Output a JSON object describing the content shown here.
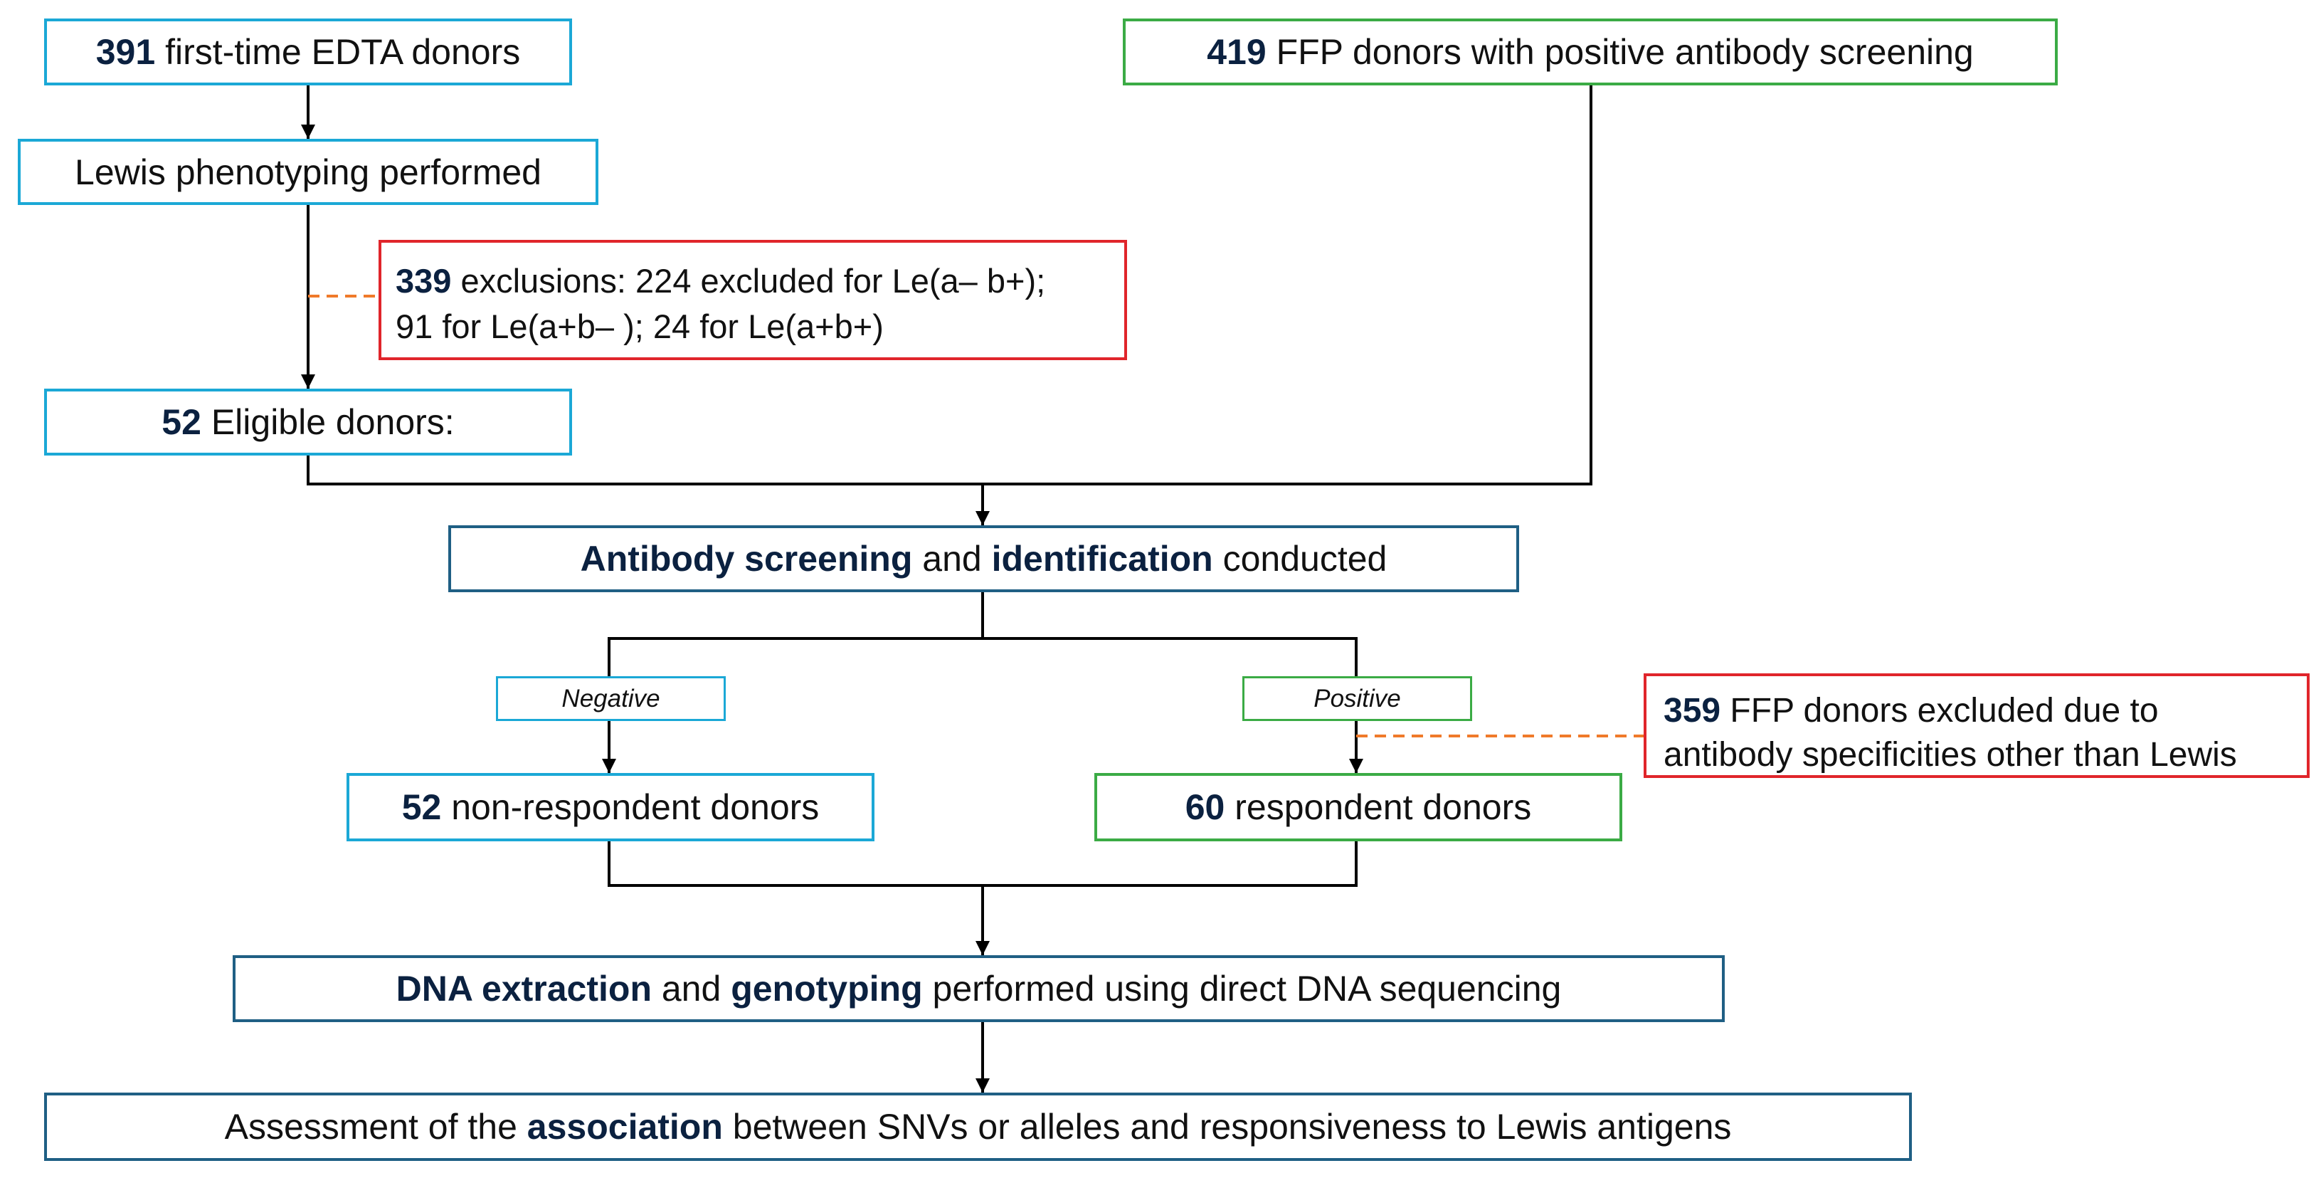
{
  "first_time": {
    "count": "391",
    "text": " first-time EDTA donors"
  },
  "ffp_positive": {
    "count": "419",
    "text": " FFP donors with positive antibody screening"
  },
  "phenotyping": {
    "text": "Lewis phenotyping performed"
  },
  "exclusions": {
    "count": "339",
    "line1": " exclusions: 224 excluded for Le(a– b+);",
    "line2": "91 for Le(a+b– ); 24 for Le(a+b+)"
  },
  "eligible": {
    "count": "52",
    "text": " Eligible donors:"
  },
  "screening": {
    "bold1": "Antibody screening",
    "mid": " and ",
    "bold2": "identification",
    "tail": " conducted"
  },
  "negative": {
    "label": "Negative"
  },
  "positive": {
    "label": "Positive"
  },
  "ffp_excluded": {
    "count": "359",
    "line1": " FFP donors excluded due to",
    "line2": "antibody specificities other than Lewis"
  },
  "non_respondent": {
    "count": "52",
    "text": " non-respondent donors"
  },
  "respondent": {
    "count": "60",
    "text": " respondent donors"
  },
  "dna": {
    "bold1": "DNA extraction",
    "mid": " and ",
    "bold2": "genotyping",
    "tail": " performed using direct DNA sequencing"
  },
  "assessment": {
    "head": "Assessment of the ",
    "bold": "association",
    "tail": " between SNVs or alleles and responsiveness to Lewis antigens"
  },
  "colors": {
    "cyan": "#1ba8d6",
    "green": "#3bab45",
    "red": "#e0252b",
    "navy": "#1f5f84",
    "dashed_connector": "#f07a2a"
  }
}
